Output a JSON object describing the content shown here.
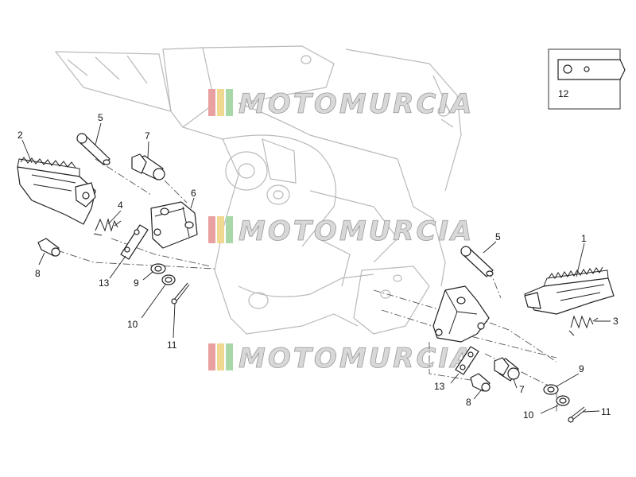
{
  "diagram": {
    "callouts": {
      "c1": "1",
      "c2": "2",
      "c3": "3",
      "c4": "4",
      "c5_left": "5",
      "c5_right": "5",
      "c6": "6",
      "c7_left": "7",
      "c7_right": "7",
      "c8_left": "8",
      "c8_right": "8",
      "c9_left": "9",
      "c9_right": "9",
      "c10_left": "10",
      "c10_right": "10",
      "c11_left": "11",
      "c11_right": "11",
      "c12": "12",
      "c13_left": "13",
      "c13_right": "13"
    },
    "watermark": {
      "text": "MOTOMURCIA",
      "colors": [
        "#e8a0a0",
        "#f0d890",
        "#a8d8a8"
      ]
    }
  }
}
